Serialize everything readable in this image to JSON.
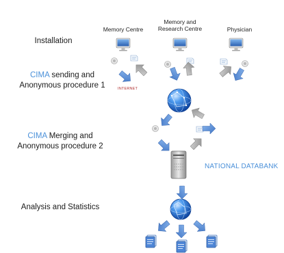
{
  "stages": {
    "installation": {
      "text": "Installation"
    },
    "sending": {
      "accent": "CIMA",
      "line1_rest": " sending and",
      "line2": "Anonymous procedure 1"
    },
    "merging": {
      "accent": "CIMA",
      "line1_rest": " Merging and",
      "line2": "Anonymous procedure 2"
    },
    "analysis": {
      "text": "Analysis and Statistics"
    }
  },
  "sites": {
    "memory_centre": "Memory Centre",
    "research_line1": "Memory and",
    "research_line2": "Research Centre",
    "physician": "Physician"
  },
  "labels": {
    "internet": "INTERNET",
    "databank": "NATIONAL DATABANK"
  },
  "colors": {
    "accent": "#4a90d9",
    "arrow_blue": "#5b8fd6",
    "arrow_gray": "#9a9a9a",
    "globe_blue": "#1f63c9"
  },
  "icons": [
    "computer-icon",
    "lock-icon",
    "document-icon",
    "globe-icon",
    "server-icon",
    "report-icon"
  ]
}
